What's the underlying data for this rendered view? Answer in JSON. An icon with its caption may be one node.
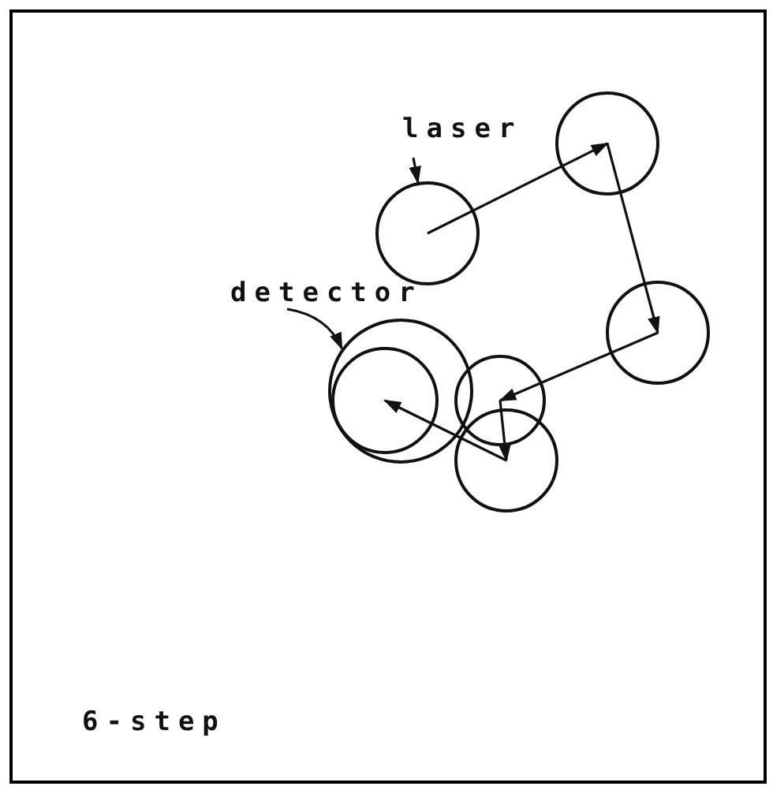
{
  "diagram": {
    "nodes": [
      {
        "text": [
          "laser"
        ]
      },
      {
        "text": [
          "detector"
        ]
      },
      {
        "text": [],
        "shape": "circle"
      },
      {
        "text": [],
        "shape": "circle"
      },
      {
        "text": [],
        "shape": "circle"
      },
      {
        "text": [],
        "shape": "circle"
      },
      {
        "text": [],
        "shape": "circle"
      },
      {
        "text": [],
        "shape": "circle"
      },
      {
        "text": [],
        "shape": "circle",
        "in": 7
      }
    ],
    "edges": [
      {
        "from": 0,
        "to": 2,
        "arrow": "to"
      },
      {
        "from": 1,
        "to": 7,
        "arrow": "to"
      },
      {
        "from": 2,
        "to": 3,
        "arrow": "to"
      },
      {
        "from": 3,
        "to": 4,
        "arrow": "to"
      },
      {
        "from": 4,
        "to": 5,
        "arrow": "to"
      },
      {
        "from": 5,
        "to": 6,
        "arrow": "to"
      },
      {
        "from": 6,
        "to": 8,
        "arrow": "to"
      }
    ],
    "labels": [
      "6-step"
    ]
  }
}
